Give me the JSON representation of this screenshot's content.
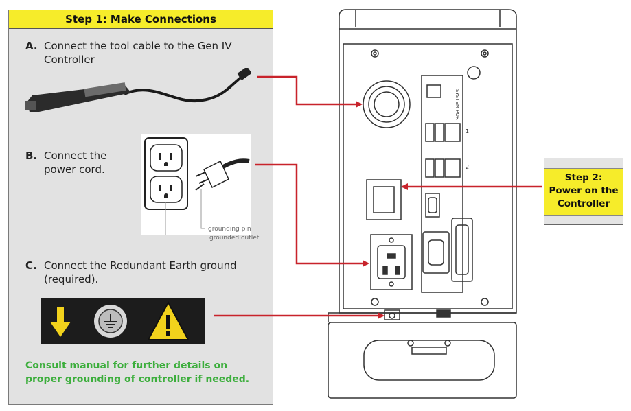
{
  "step1": {
    "title": "Step 1: Make Connections",
    "items": [
      {
        "letter": "A.",
        "text": "Connect the tool cable to the Gen IV\nController"
      },
      {
        "letter": "B.",
        "text": "Connect the\npower cord."
      },
      {
        "letter": "C.",
        "text": "Connect the Redundant Earth ground\n(required)."
      }
    ],
    "plug_labels": {
      "grounding_pin": "grounding pin",
      "grounded_outlet": "grounded outlet"
    },
    "note": "Consult manual for further details on\nproper grounding of controller if needed."
  },
  "step2": {
    "title": "Step 2:",
    "line2": "Power on the",
    "line3": "Controller"
  },
  "controller": {
    "system_port_label": "SYSTEM PORT",
    "usb_1": "1",
    "usb_2": "2"
  },
  "colors": {
    "header_yellow": "#f6ec2a",
    "arrow_red": "#c8232b",
    "note_green": "#3cae3c",
    "panel_grey": "#e2e2e2"
  }
}
